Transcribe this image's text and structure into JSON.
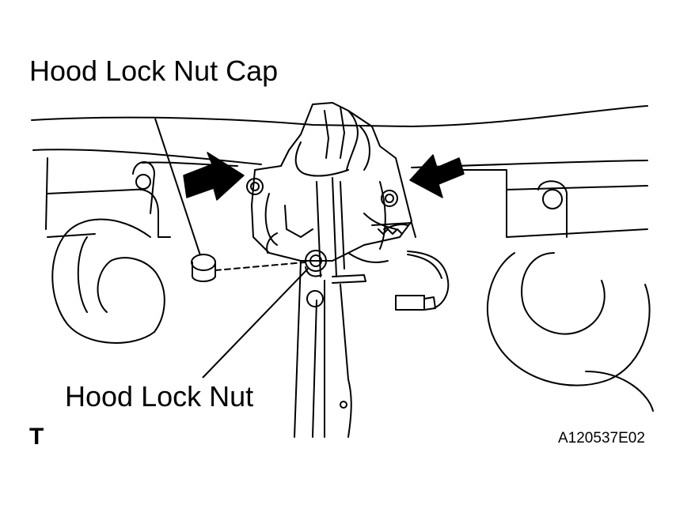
{
  "labels": {
    "nut_cap": "Hood Lock Nut Cap",
    "nut": "Hood Lock Nut",
    "view_mark": "T",
    "figure_code": "A120537E02"
  }
}
